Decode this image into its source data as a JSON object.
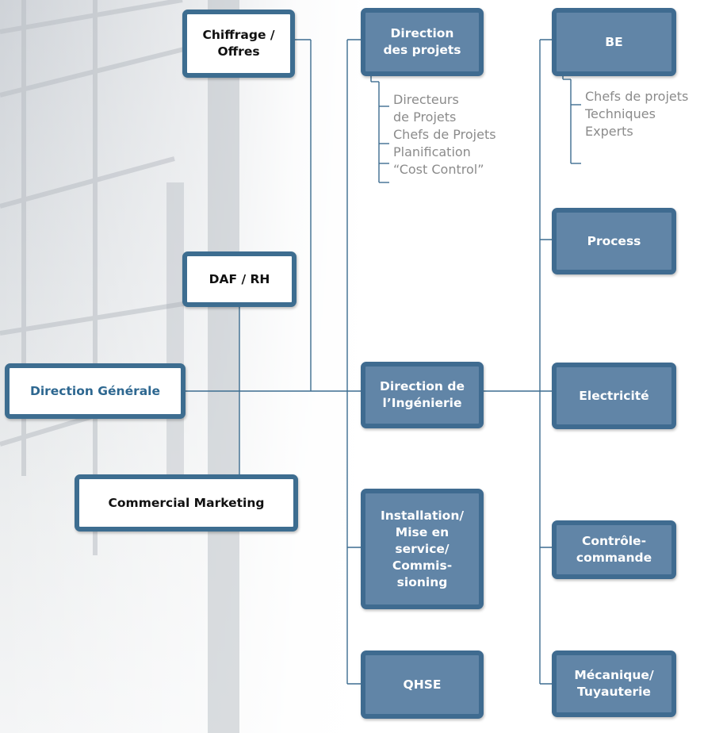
{
  "boxes": {
    "chiffrage": "Chiffrage /\nOffres",
    "daf_rh": "DAF / RH",
    "direction_generale": "Direction Générale",
    "commercial_marketing": "Commercial Marketing",
    "direction_projets": "Direction\ndes projets",
    "direction_ingenierie": "Direction de\nl’Ingénierie",
    "installation": "Installation/\nMise en\nservice/\nCommis-\nsioning",
    "qhse": "QHSE",
    "be": "BE",
    "process": "Process",
    "electricite": "Electricité",
    "controle_commande": "Contrôle-\ncommande",
    "mecanique": "Mécanique/\nTuyauterie"
  },
  "projets_items": [
    "Directeurs",
    "de Projets",
    "Chefs de Projets",
    "Planification",
    "“Cost Control”"
  ],
  "be_items": [
    "Chefs de projets",
    "Techniques",
    "Experts"
  ],
  "colors": {
    "box_fill": "#6185a7",
    "box_border": "#3f6b90",
    "line": "#3d6d90",
    "sub_text": "#8b8b8b",
    "dg_text": "#2d6790"
  }
}
